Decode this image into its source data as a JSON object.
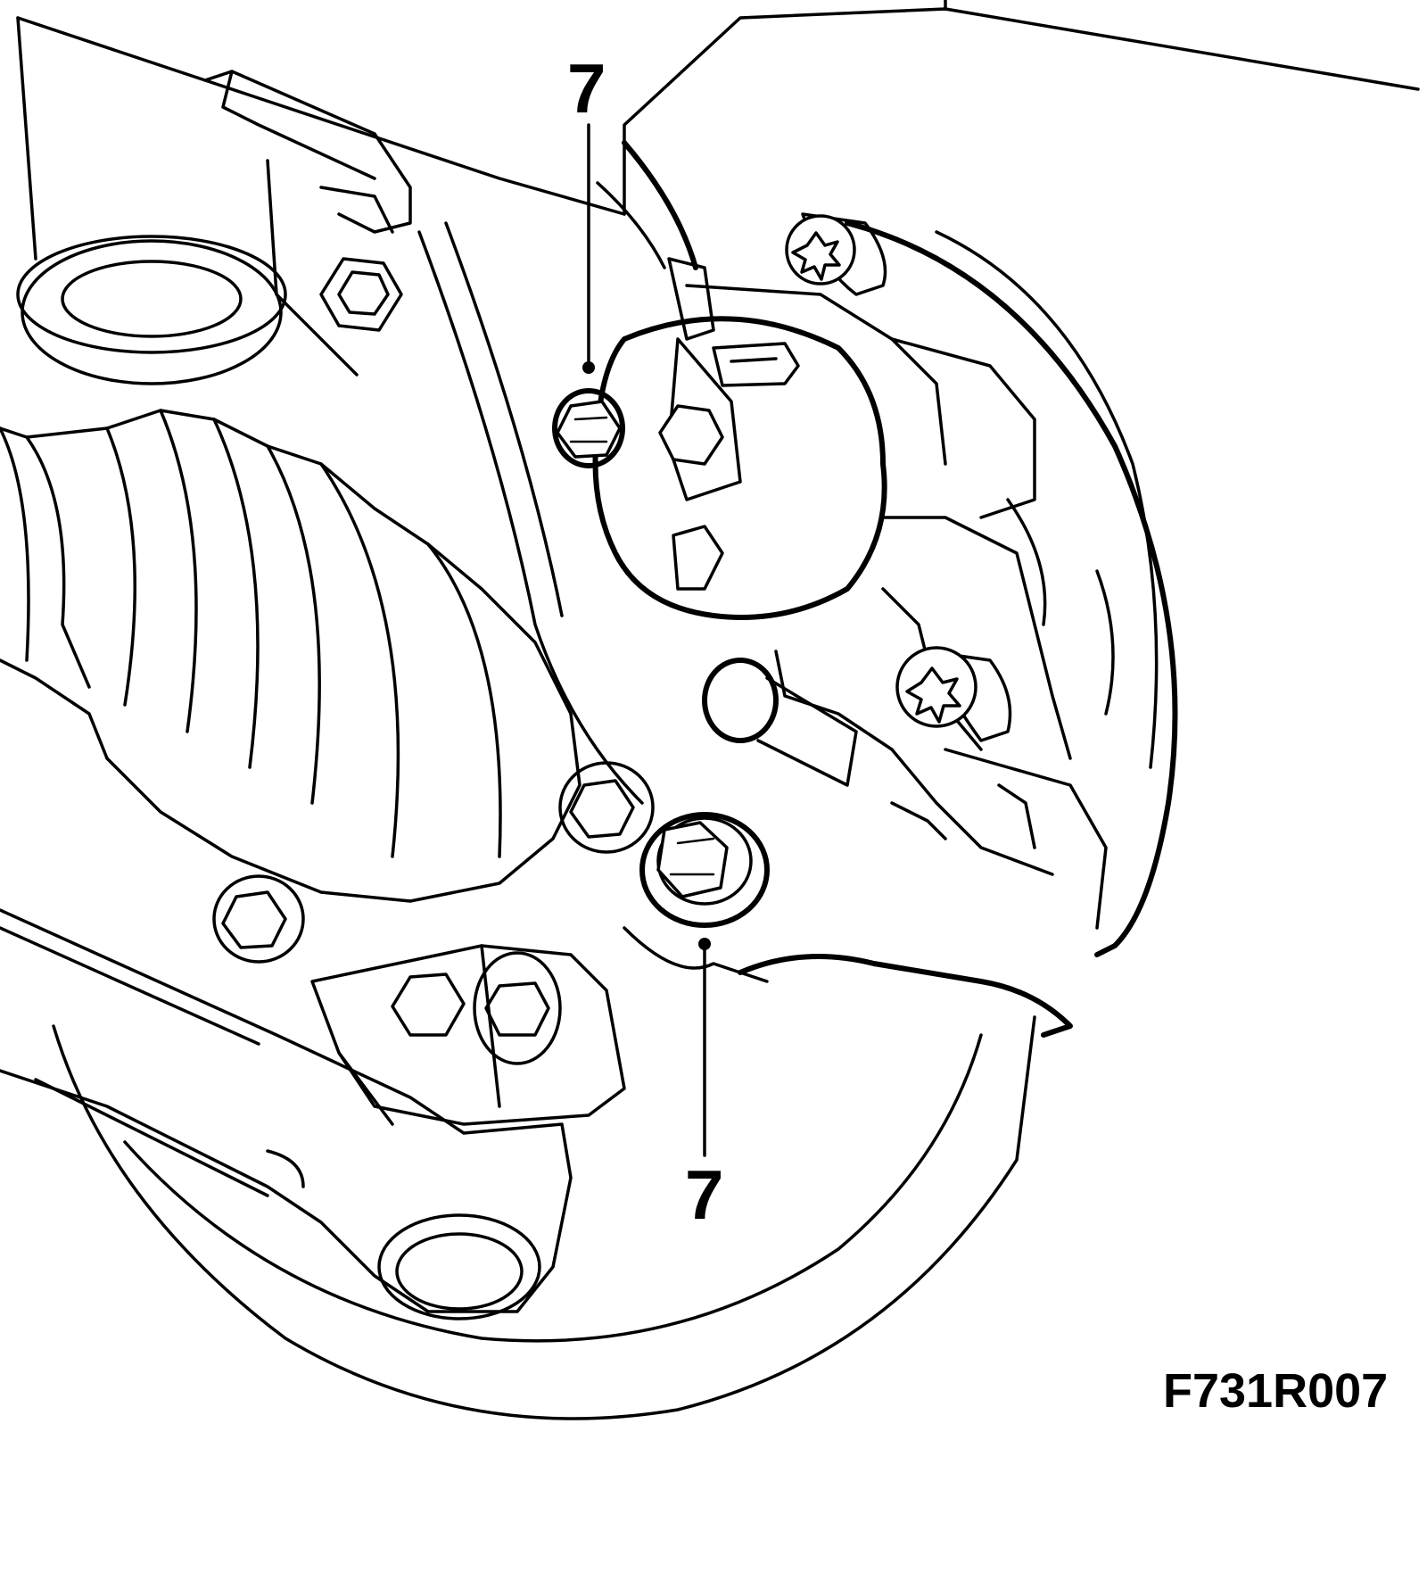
{
  "callouts": [
    {
      "number": "7"
    },
    {
      "number": "7"
    }
  ],
  "figure_code": "F731R007"
}
